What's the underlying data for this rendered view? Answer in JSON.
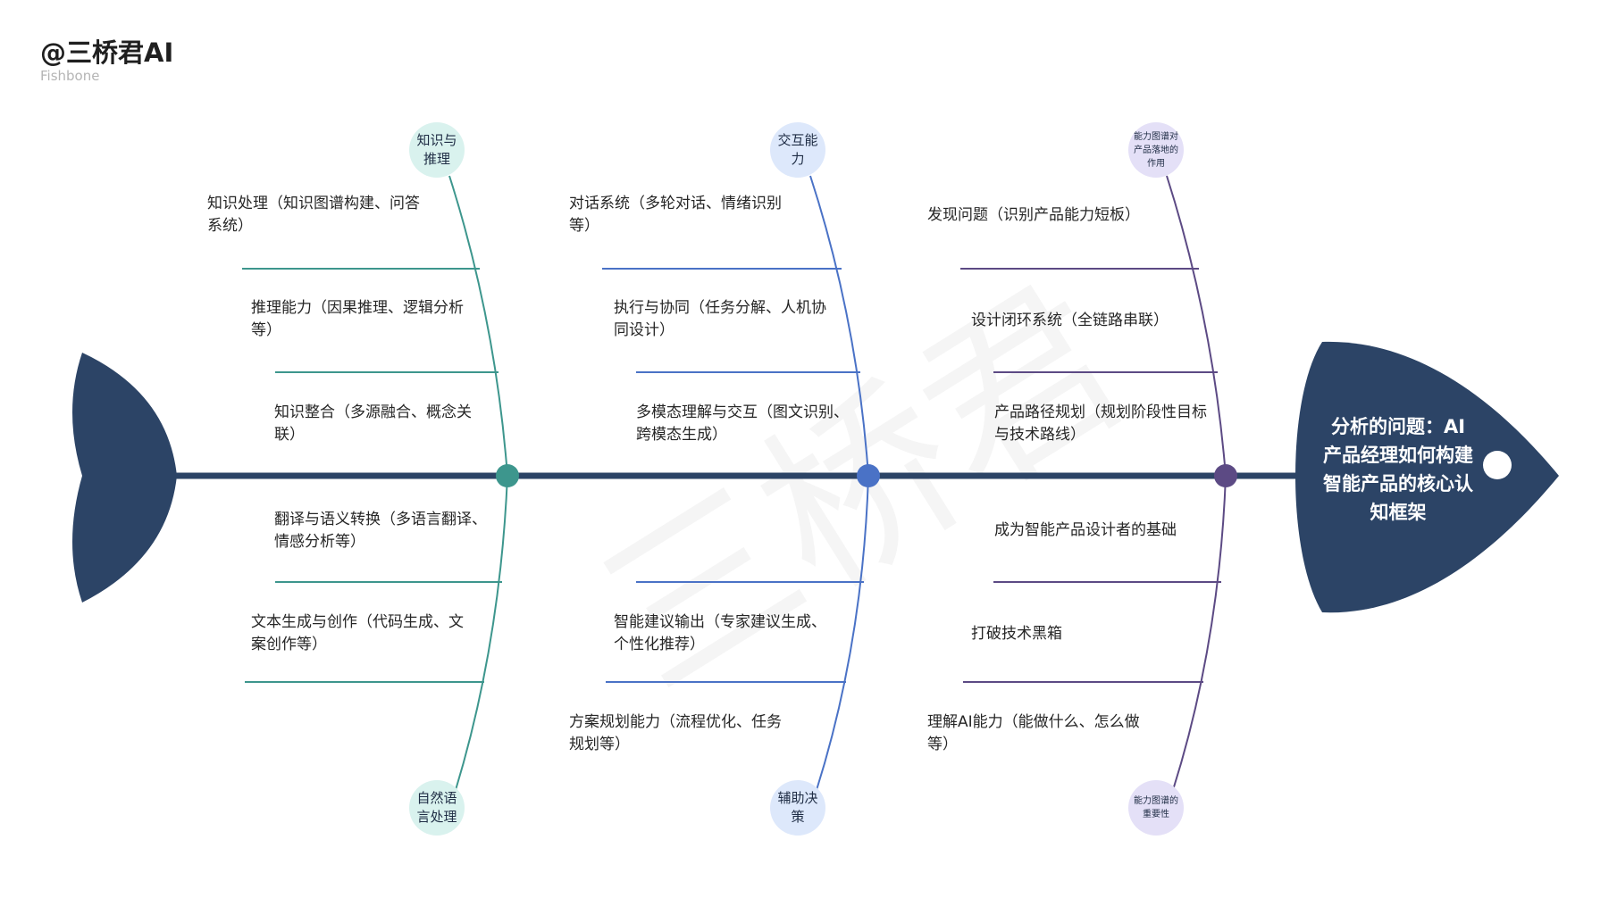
{
  "brand": "@三桥君AI",
  "subtitle": "Fishbone",
  "watermark": "三桥君",
  "head": {
    "label": "分析的问题：AI产品经理如何构建智能产品的核心认知框架"
  },
  "colors": {
    "spine": "#2c4466",
    "teal": "#3d968d",
    "blue": "#4a72c6",
    "purple": "#5c4a84"
  },
  "categories": {
    "top": [
      "知识与推理",
      "交互能力",
      "能力图谱对产品落地的作用"
    ],
    "bottom": [
      "自然语言处理",
      "辅助决策",
      "能力图谱的重要性"
    ]
  },
  "causes": {
    "c1_top": [
      "知识处理（知识图谱构建、问答系统）",
      "推理能力（因果推理、逻辑分析等）",
      "知识整合（多源融合、概念关联）"
    ],
    "c1_bottom": [
      "翻译与语义转换（多语言翻译、情感分析等）",
      "文本生成与创作（代码生成、文案创作等）"
    ],
    "c2_top": [
      "对话系统（多轮对话、情绪识别等）",
      "执行与协同（任务分解、人机协同设计）",
      "多模态理解与交互（图文识别、跨模态生成）"
    ],
    "c2_bottom": [
      "智能建议输出（专家建议生成、个性化推荐）",
      "方案规划能力（流程优化、任务规划等）"
    ],
    "c3_top": [
      "发现问题（识别产品能力短板）",
      "设计闭环系统（全链路串联）",
      "产品路径规划（规划阶段性目标与技术路线）"
    ],
    "c3_bottom": [
      "成为智能产品设计者的基础",
      "打破技术黑箱",
      "理解AI能力（能做什么、怎么做等）"
    ]
  }
}
